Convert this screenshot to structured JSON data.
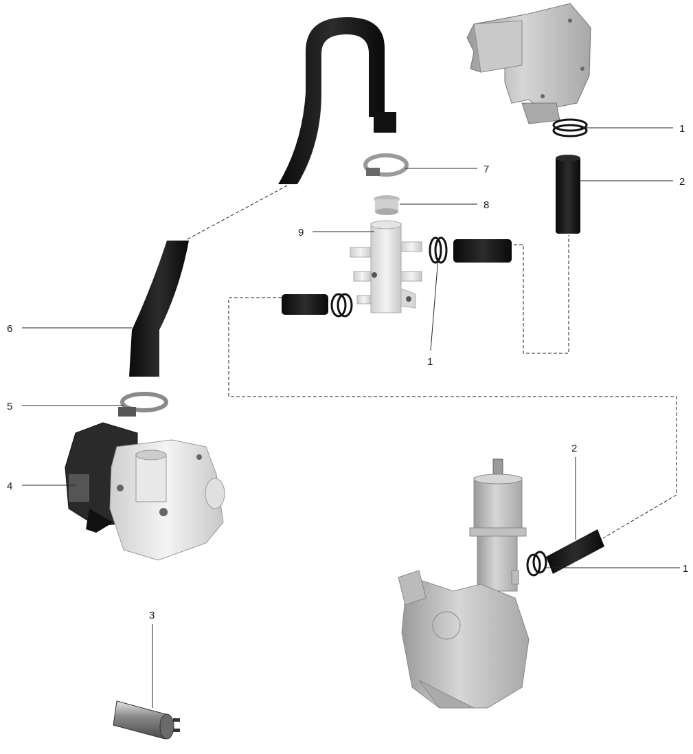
{
  "diagram": {
    "callouts": [
      {
        "id": "c1a",
        "label": "1"
      },
      {
        "id": "c2a",
        "label": "2"
      },
      {
        "id": "c7",
        "label": "7"
      },
      {
        "id": "c8",
        "label": "8"
      },
      {
        "id": "c9",
        "label": "9"
      },
      {
        "id": "c1b",
        "label": "1"
      },
      {
        "id": "c6",
        "label": "6"
      },
      {
        "id": "c5",
        "label": "5"
      },
      {
        "id": "c4",
        "label": "4"
      },
      {
        "id": "c2b",
        "label": "2"
      },
      {
        "id": "c1c",
        "label": "1"
      },
      {
        "id": "c3",
        "label": "3"
      }
    ]
  }
}
